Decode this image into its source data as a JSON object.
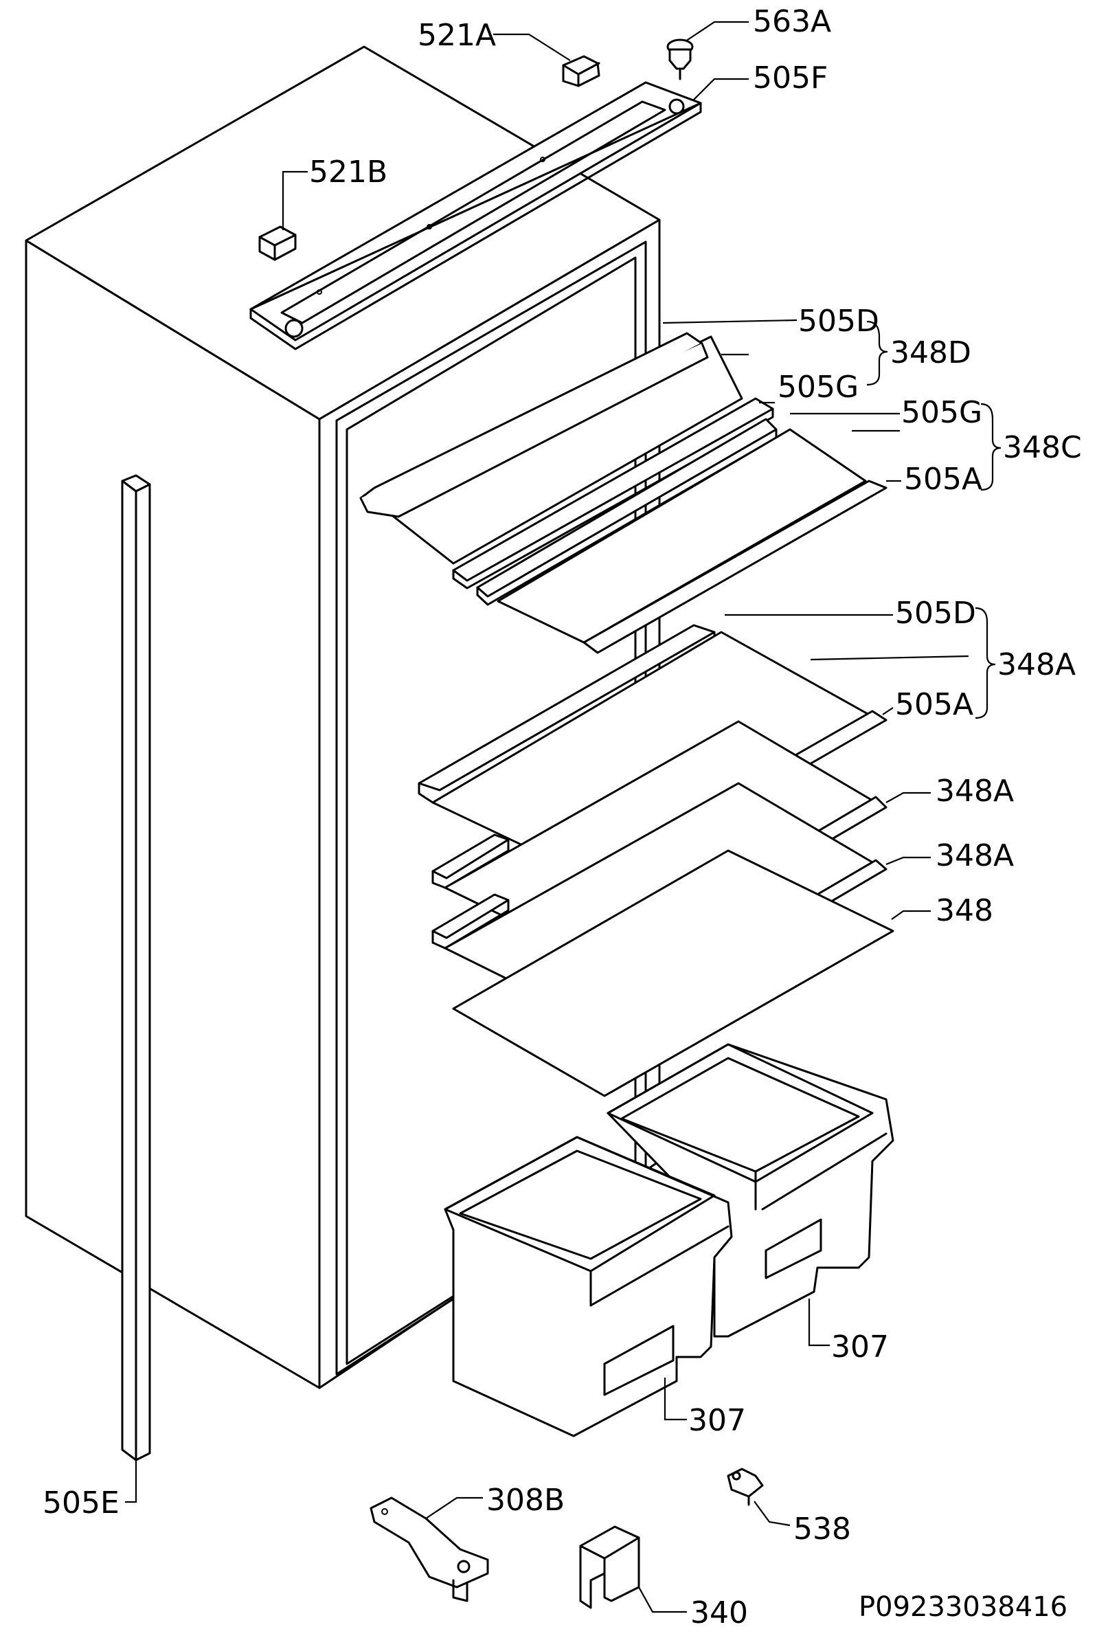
{
  "diagram": {
    "drawing_code": "P09233038416",
    "labels": {
      "l521A": "521A",
      "l563A": "563A",
      "l505F": "505F",
      "l521B": "521B",
      "l505D_1": "505D",
      "l348D": "348D",
      "l505G_1": "505G",
      "l505G_2": "505G",
      "l348C": "348C",
      "l505A_1": "505A",
      "l505D_2": "505D",
      "l348A_1": "348A",
      "l505A_2": "505A",
      "l348A_2": "348A",
      "l348A_3": "348A",
      "l348": "348",
      "l307_1": "307",
      "l307_2": "307",
      "l505E": "505E",
      "l308B": "308B",
      "l538": "538",
      "l340": "340"
    }
  }
}
